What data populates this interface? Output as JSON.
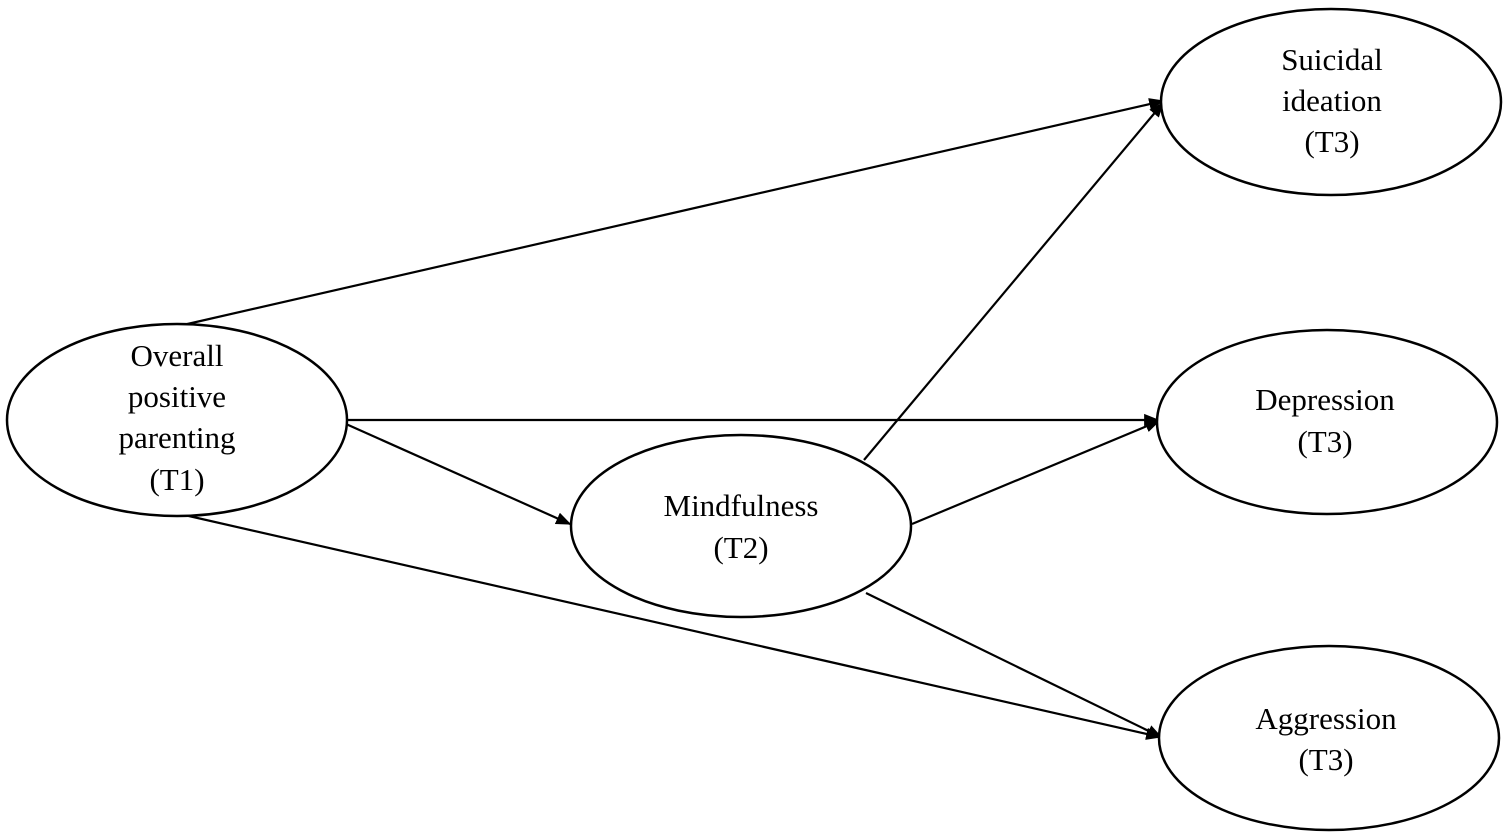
{
  "nodes": {
    "parenting": {
      "lines": [
        "Overall",
        "positive",
        "parenting",
        "(T1)"
      ]
    },
    "mindfulness": {
      "lines": [
        "Mindfulness",
        "(T2)"
      ]
    },
    "suicidal": {
      "lines": [
        "Suicidal",
        "ideation",
        "(T3)"
      ]
    },
    "depression": {
      "lines": [
        "Depression",
        "(T3)"
      ]
    },
    "aggression": {
      "lines": [
        "Aggression",
        "(T3)"
      ]
    }
  },
  "edges": [
    {
      "from": "parenting",
      "to": "suicidal"
    },
    {
      "from": "parenting",
      "to": "depression"
    },
    {
      "from": "parenting",
      "to": "mindfulness"
    },
    {
      "from": "parenting",
      "to": "aggression"
    },
    {
      "from": "mindfulness",
      "to": "suicidal"
    },
    {
      "from": "mindfulness",
      "to": "depression"
    },
    {
      "from": "mindfulness",
      "to": "aggression"
    }
  ],
  "colors": {
    "stroke": "#000000",
    "fill": "#ffffff"
  }
}
